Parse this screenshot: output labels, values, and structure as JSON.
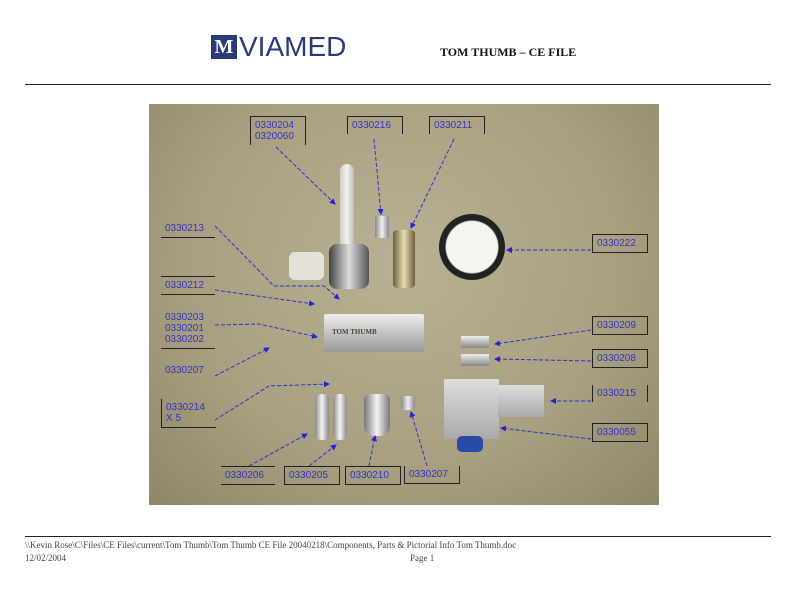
{
  "header": {
    "logo_mark": "M",
    "logo_text": "VIAMED",
    "doc_title": "TOM THUMB  – CE FILE"
  },
  "photo": {
    "block_brand": "TOM THUMB",
    "labels": {
      "flowmeter": [
        "0330204",
        "0320060"
      ],
      "elbow": "0330216",
      "cylinder": "0330211",
      "gauge": "0330222",
      "l0330213": "0330213",
      "l0330212": "0330212",
      "orings_top": [
        "0330203",
        "0330201",
        "0330202"
      ],
      "plug_left": "0330207",
      "orings_x5": [
        "0330214",
        "X 5"
      ],
      "fitting_top": "0330209",
      "fitting_bottom": "0330208",
      "plate": "0330215",
      "clamp": "0330055",
      "barb1": "0330206",
      "barb2": "0330205",
      "nozzle": "0330210",
      "plug_bottom": "0330207"
    }
  },
  "footer": {
    "path": "\\\\Kevin Rose\\C\\Files\\CE Files\\current\\Tom Thumb\\Tom Thumb CE File 20040218\\Components, Parts & Pictorial Info Tom Thumb.doc",
    "date": "12/02/2004",
    "page": "Page 1"
  }
}
